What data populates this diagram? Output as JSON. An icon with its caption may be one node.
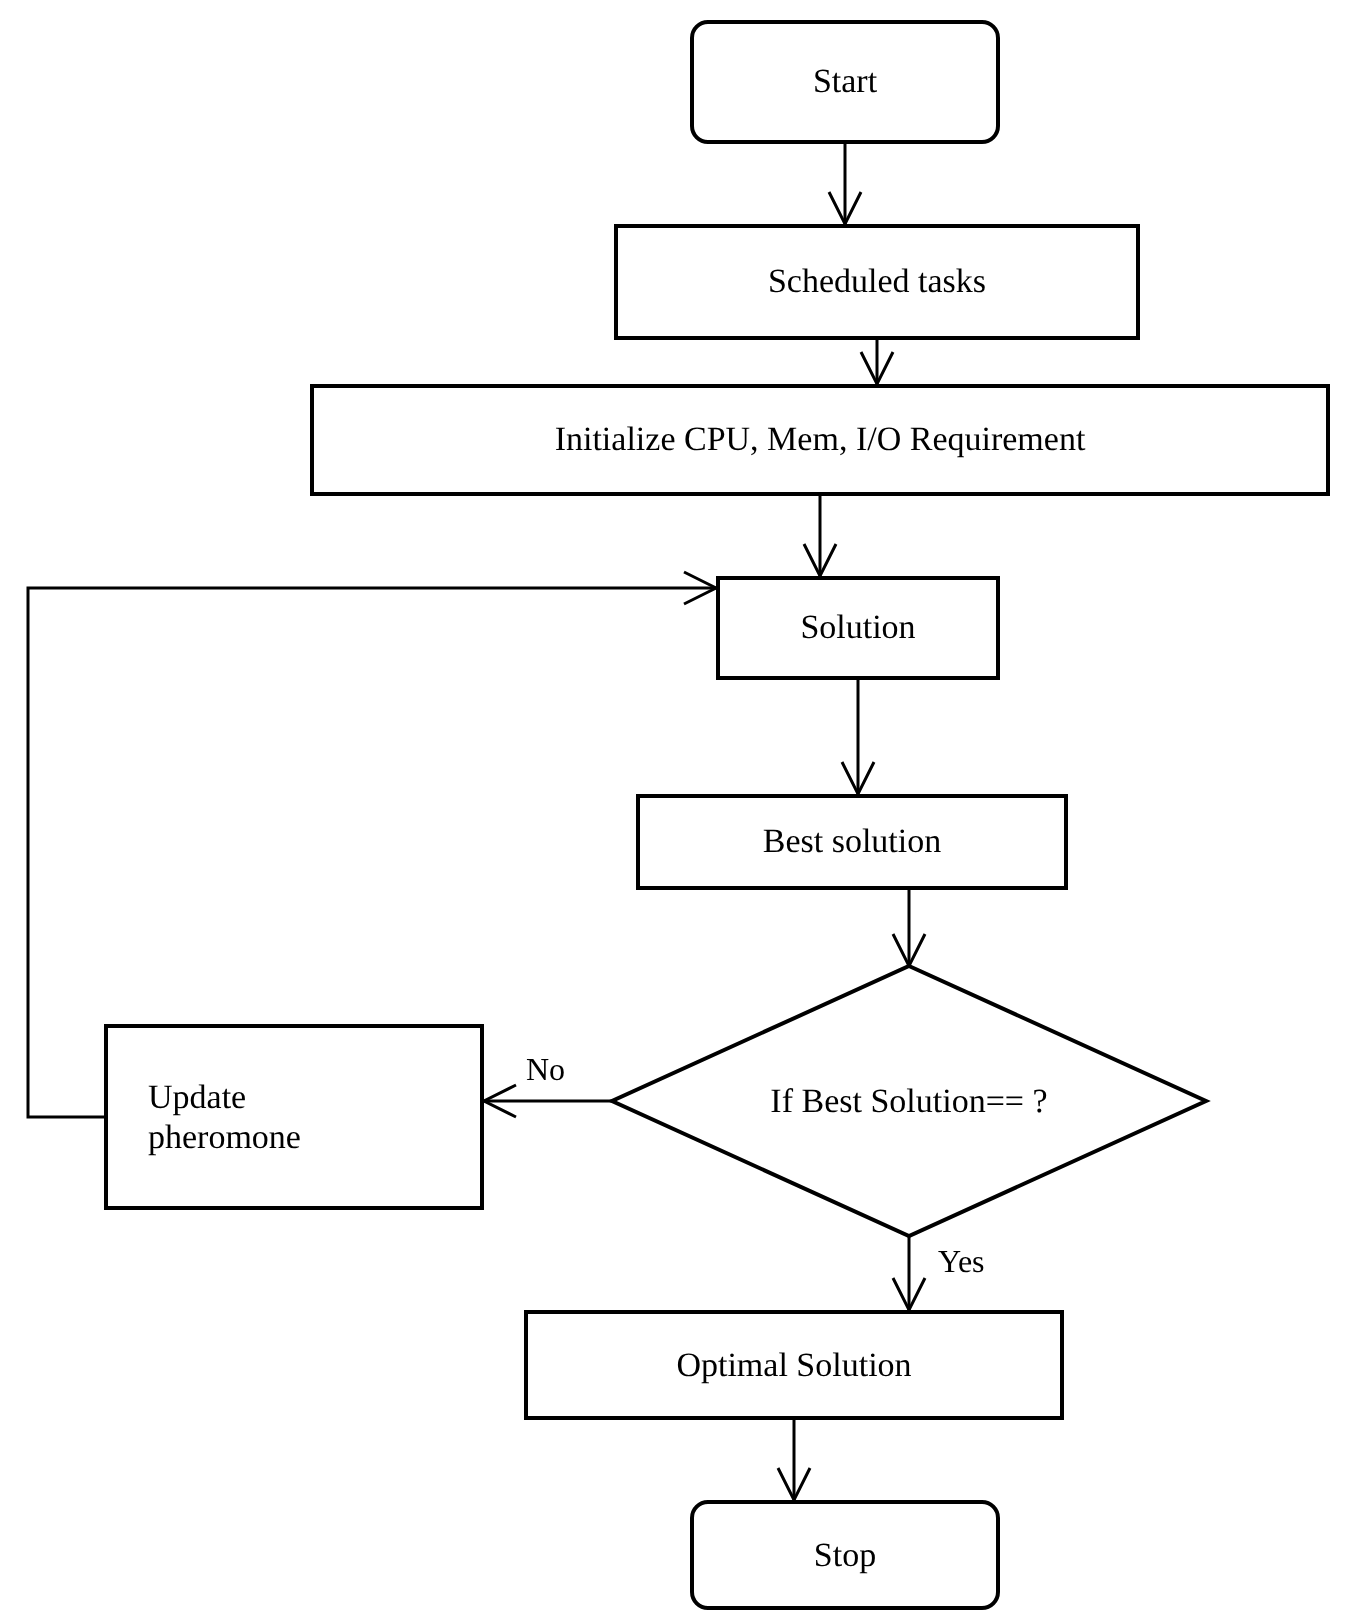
{
  "diagram": {
    "nodes": [
      {
        "text": [
          "Start"
        ]
      },
      {
        "text": [
          "Scheduled tasks"
        ]
      },
      {
        "text": [
          "Initialize CPU, Mem, I/O Requirement"
        ]
      },
      {
        "text": [
          "Solution"
        ]
      },
      {
        "text": [
          "Best solution"
        ]
      },
      {
        "text": [
          "If Best Solution== ?"
        ]
      },
      {
        "text": [
          "Update pheromone"
        ]
      },
      {
        "text": [
          "Optimal Solution"
        ]
      },
      {
        "text": [
          "Stop"
        ]
      }
    ],
    "edges": [
      {
        "from": 0,
        "to": 1,
        "arrow": "to"
      },
      {
        "from": 1,
        "to": 2,
        "arrow": "to"
      },
      {
        "from": 2,
        "to": 3,
        "arrow": "to"
      },
      {
        "from": 3,
        "to": 4,
        "arrow": "to"
      },
      {
        "from": 4,
        "to": 5,
        "arrow": "to"
      },
      {
        "from": 5,
        "to": 6,
        "arrow": "to",
        "label": "No"
      },
      {
        "from": 6,
        "to": 3,
        "arrow": "to"
      },
      {
        "from": 5,
        "to": 7,
        "arrow": "to",
        "label": "Yes"
      },
      {
        "from": 7,
        "to": 8,
        "arrow": "to"
      }
    ]
  }
}
